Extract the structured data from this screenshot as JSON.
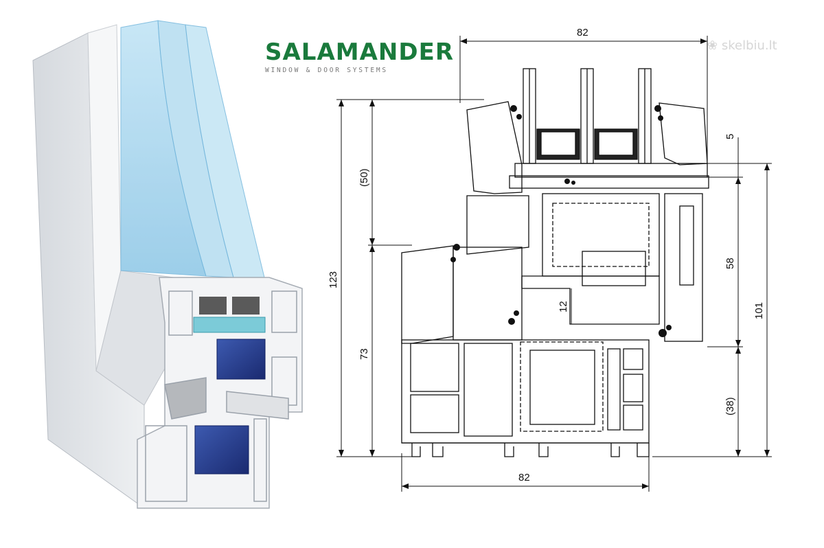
{
  "brand": {
    "name": "SALAMANDER",
    "subtitle": "WINDOW & DOOR SYSTEMS",
    "color": "#1a7a3c"
  },
  "watermark": {
    "text": "skelbiu.lt",
    "icon": "logo-icon"
  },
  "drawing": {
    "dimensions": {
      "top_width": "82",
      "bottom_width": "82",
      "total_height": "123",
      "sash_top": "(50)",
      "sash_bottom": "73",
      "glass_offset": "5",
      "sash_height": "58",
      "frame_height": "101",
      "frame_lower": "(38)",
      "gap": "12"
    }
  },
  "colors": {
    "pvc": "#e9ebee",
    "pvc_shadow": "#c7ccd2",
    "glass": "#a9d6ee",
    "glass_edge": "#6fb4db",
    "steel": "#233c8e",
    "spacer": "#5a5a5a",
    "line": "#111111"
  }
}
